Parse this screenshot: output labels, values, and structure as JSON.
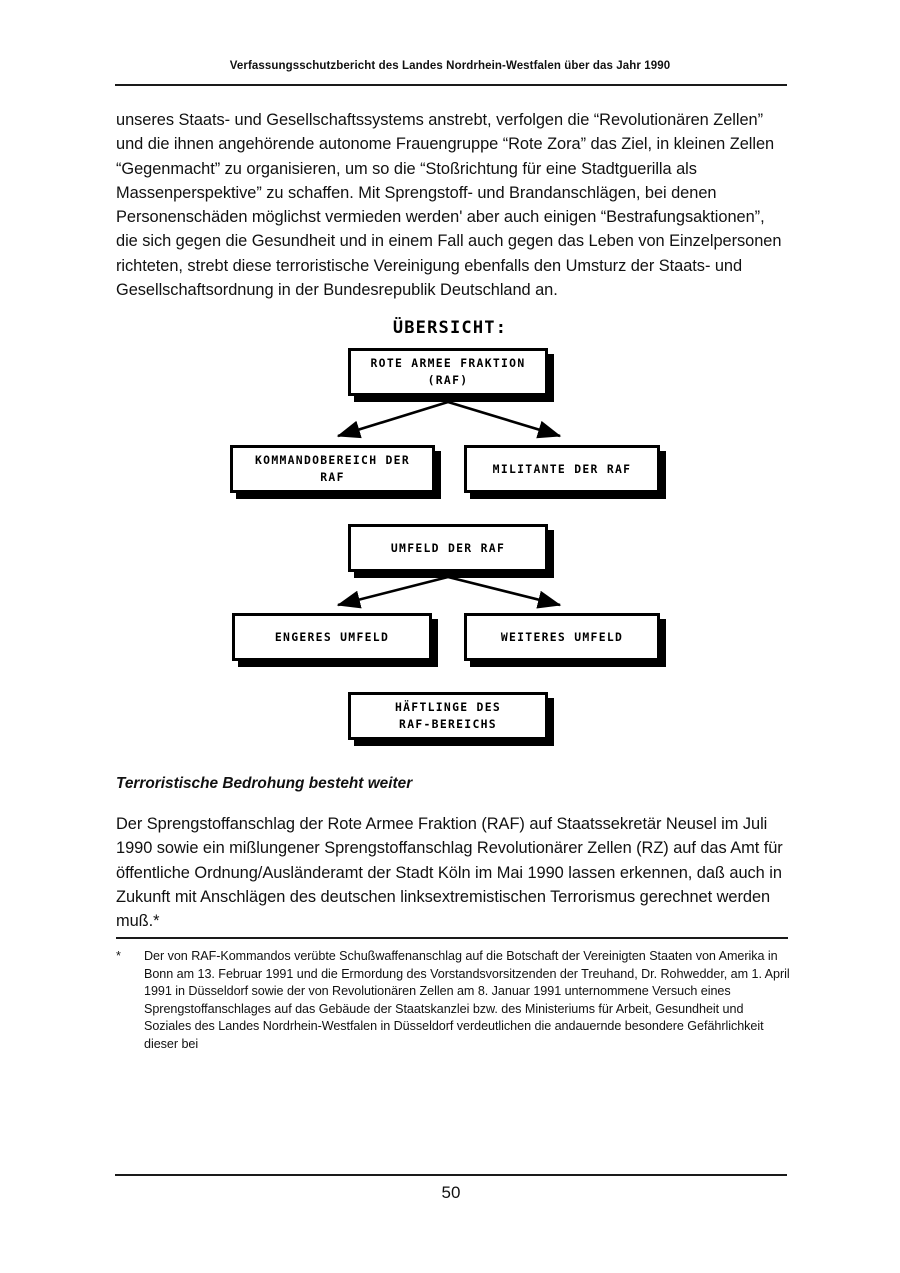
{
  "header": {
    "title": "Verfassungsschutzbericht des Landes Nordrhein-Westfalen über das Jahr 1990"
  },
  "main": {
    "intro_paragraph": "unseres Staats- und Gesellschaftssystems anstrebt, verfolgen die “Revolutionären Zellen” und die ihnen angehörende autonome Frauengruppe “Rote Zora” das Ziel, in kleinen Zellen “Gegenmacht” zu organisieren, um so die “Stoßrichtung für eine Stadtguerilla als Massenperspektive” zu schaffen. Mit Sprengstoff- und Brandanschlägen, bei denen Personenschäden möglichst vermieden werden' aber auch einigen “Bestrafungsaktionen”, die sich gegen die Gesundheit und in einem Fall auch gegen das Leben von Einzelpersonen richteten, strebt diese terroristische Vereinigung ebenfalls den Umsturz der Staats- und Gesellschaftsordnung in der Bundesrepublik Deutschland an.",
    "section_heading": "Terroristische Bedrohung besteht weiter",
    "threat_paragraph": "Der Sprengstoffanschlag der Rote Armee Fraktion (RAF) auf Staatssekretär Neusel im Juli 1990 sowie ein mißlungener Sprengstoffanschlag Revolutionärer Zellen (RZ) auf das Amt für öffentliche Ordnung/Ausländeramt der Stadt Köln im Mai 1990 lassen erkennen, daß auch in Zukunft mit Anschlägen des deutschen linksextremistischen Terrorismus gerechnet werden muß.*"
  },
  "diagram": {
    "title": "ÜBERSICHT:",
    "boxes": [
      {
        "id": "raf",
        "label": "ROTE ARMEE FRAKTION\n(RAF)"
      },
      {
        "id": "kommando",
        "label": "KOMMANDOBEREICH DER\nRAF"
      },
      {
        "id": "militante",
        "label": "MILITANTE DER RAF"
      },
      {
        "id": "umfeld",
        "label": "UMFELD DER RAF"
      },
      {
        "id": "engeres",
        "label": "ENGERES UMFELD"
      },
      {
        "id": "weiteres",
        "label": "WEITERES UMFELD"
      },
      {
        "id": "haeftling",
        "label": "HÄFTLINGE DES\nRAF-BEREICHS"
      }
    ]
  },
  "footnote": {
    "marker": "*",
    "text": "Der von RAF-Kommandos verübte Schußwaffenanschlag auf die Botschaft der Vereinigten Staaten von Amerika in Bonn am 13. Februar 1991 und die Ermordung des Vorstandsvorsitzenden der Treuhand, Dr. Rohwedder, am 1. April 1991 in Düsseldorf sowie der von Revolutionären Zellen am 8. Januar 1991 unternommene Versuch eines Sprengstoffanschlages auf das Gebäude der Staatskanzlei bzw. des Ministeriums für Arbeit, Gesundheit und Soziales des Landes Nordrhein-Westfalen in Düsseldorf verdeutlichen die andauernde besondere Gefährlichkeit dieser bei"
  },
  "footer": {
    "page_number": "50"
  },
  "colors": {
    "ink": "#111111",
    "rule": "#1a1a1a",
    "diagram_stroke": "#000000",
    "paper": "#ffffff"
  }
}
